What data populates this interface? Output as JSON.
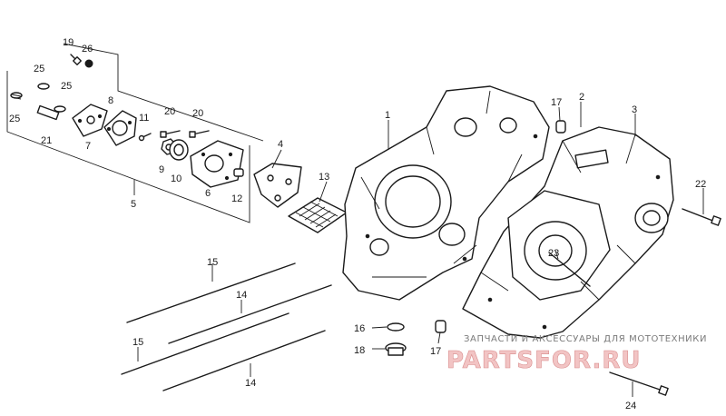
{
  "callouts": {
    "c1": "1",
    "c2": "2",
    "c3": "3",
    "c4": "4",
    "c5": "5",
    "c6": "6",
    "c7": "7",
    "c8": "8",
    "c9": "9",
    "c10": "10",
    "c11": "11",
    "c12": "12",
    "c13": "13",
    "c14a": "14",
    "c14b": "14",
    "c15a": "15",
    "c15b": "15",
    "c16": "16",
    "c17a": "17",
    "c17b": "17",
    "c18": "18",
    "c19": "19",
    "c20a": "20",
    "c20b": "20",
    "c21": "21",
    "c22": "22",
    "c23": "23",
    "c24": "24",
    "c25a": "25",
    "c25b": "25",
    "c25c": "25",
    "c26": "26"
  },
  "watermark": {
    "tagline": "ЗАПЧАСТИ И АКСЕССУАРЫ ДЛЯ МОТОТЕХНИКИ",
    "brand": "PARTSFOR.RU"
  },
  "colors": {
    "ink": "#1a1a1a",
    "watermark_fill": "#f2c4c4",
    "watermark_stroke": "#d98e8e",
    "tagline": "#7a7a7a"
  }
}
